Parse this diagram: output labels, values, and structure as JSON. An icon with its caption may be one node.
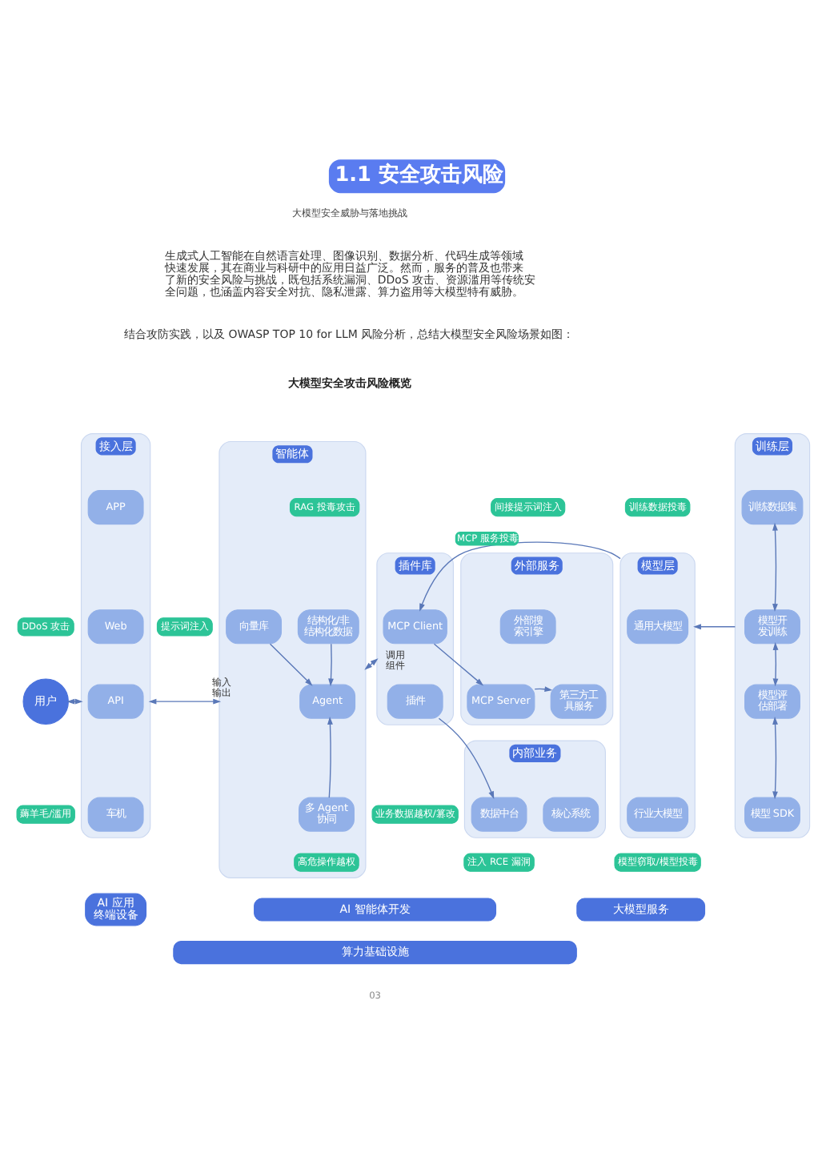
{
  "diagram": {
    "title": "1.1 安全攻击风险",
    "nodes": [
      {
        "text": [
          "用户"
        ]
      },
      {
        "text": [
          "接入层"
        ]
      },
      {
        "text": [
          "APP"
        ],
        "in": 1
      },
      {
        "text": [
          "Web"
        ],
        "in": 1
      },
      {
        "text": [
          "API"
        ],
        "in": 1
      },
      {
        "text": [
          "车机"
        ],
        "in": 1
      },
      {
        "text": [
          "DDoS 攻击"
        ]
      },
      {
        "text": [
          "薅羊毛/滥用"
        ]
      },
      {
        "text": [
          "AI 应用终端设备"
        ]
      },
      {
        "text": [
          "提示词注入"
        ]
      },
      {
        "text": [
          "智能体"
        ]
      },
      {
        "text": [
          "RAG 投毒攻击"
        ],
        "in": 10
      },
      {
        "text": [
          "结构化/非结构化数据"
        ],
        "in": 10
      },
      {
        "text": [
          "向量库"
        ],
        "in": 10
      },
      {
        "text": [
          "Agent"
        ],
        "in": 10
      },
      {
        "text": [
          "多 Agent 协同"
        ],
        "in": 10
      },
      {
        "text": [
          "高危操作越权"
        ],
        "in": 10
      },
      {
        "text": [
          "插件库"
        ]
      },
      {
        "text": [
          "MCP Client"
        ],
        "in": 17
      },
      {
        "text": [
          "插件"
        ],
        "in": 17
      },
      {
        "text": [
          "业务数据越权/篡改"
        ]
      },
      {
        "text": [
          "外部服务"
        ]
      },
      {
        "text": [
          "间接提示词注入"
        ]
      },
      {
        "text": [
          "外部搜索引擎"
        ],
        "in": 21
      },
      {
        "text": [
          "MCP Server"
        ],
        "in": 21
      },
      {
        "text": [
          "第三方工具服务"
        ],
        "in": 21
      },
      {
        "text": [
          "内部业务"
        ]
      },
      {
        "text": [
          "数据中台"
        ],
        "in": 26
      },
      {
        "text": [
          "核心系统"
        ],
        "in": 26
      },
      {
        "text": [
          "注入 RCE 漏洞"
        ]
      },
      {
        "text": [
          "模型层"
        ]
      },
      {
        "text": [
          "通用大模型"
        ],
        "in": 30
      },
      {
        "text": [
          "行业大模型"
        ],
        "in": 30
      },
      {
        "text": [
          "训练层"
        ]
      },
      {
        "text": [
          "训练数据集"
        ],
        "in": 33
      },
      {
        "text": [
          "模型开发训练"
        ],
        "in": 33
      },
      {
        "text": [
          "模型评估部署"
        ],
        "in": 33
      },
      {
        "text": [
          "模型 SDK"
        ],
        "in": 33
      },
      {
        "text": [
          "训练数据投毒"
        ]
      },
      {
        "text": [
          "模型窃取/模型投毒"
        ]
      },
      {
        "text": [
          "AI 智能体开发"
        ]
      },
      {
        "text": [
          "大模型服务"
        ]
      },
      {
        "text": [
          "算力基础设施"
        ]
      }
    ],
    "edges": [
      {
        "from": 0,
        "to": 1,
        "arrow": "both"
      },
      {
        "from": 1,
        "to": 10,
        "arrow": "both",
        "label": "输入输出"
      },
      {
        "from": 12,
        "to": 14,
        "arrow": "to"
      },
      {
        "from": 13,
        "to": 14,
        "arrow": "to"
      },
      {
        "from": 15,
        "to": 14,
        "arrow": "to"
      },
      {
        "from": 10,
        "to": 17,
        "arrow": "both",
        "label": "调用组件"
      },
      {
        "from": 18,
        "to": 24,
        "arrow": "to"
      },
      {
        "from": 24,
        "to": 25,
        "arrow": "to"
      },
      {
        "from": 19,
        "to": 27,
        "arrow": "to"
      },
      {
        "from": 30,
        "to": 18,
        "arrow": "to",
        "label": "MCP 服务投毒"
      },
      {
        "from": 33,
        "to": 30,
        "arrow": "to"
      },
      {
        "from": 34,
        "to": 35,
        "arrow": "both"
      },
      {
        "from": 35,
        "to": 36,
        "arrow": "both"
      },
      {
        "from": 36,
        "to": 37,
        "arrow": "both"
      }
    ],
    "labels": [
      "大模型安全威胁与落地挑战",
      "生成式人工智能在自然语言处理、图像识别、数据分析、代码生成等领域快速发展，其在商业与科研中的应用日益广泛。然而，服务的普及也带来了新的安全风险与挑战，既包括系统漏洞、DDoS 攻击、资源滥用等传统安全问题，也涵盖内容安全对抗、隐私泄露、算力盗用等大模型特有威胁。",
      "结合攻防实践，以及 OWASP TOP 10 for LLM 风险分析，总结大模型安全风险场景如图：",
      "大模型安全攻击风险概览",
      "03"
    ]
  }
}
